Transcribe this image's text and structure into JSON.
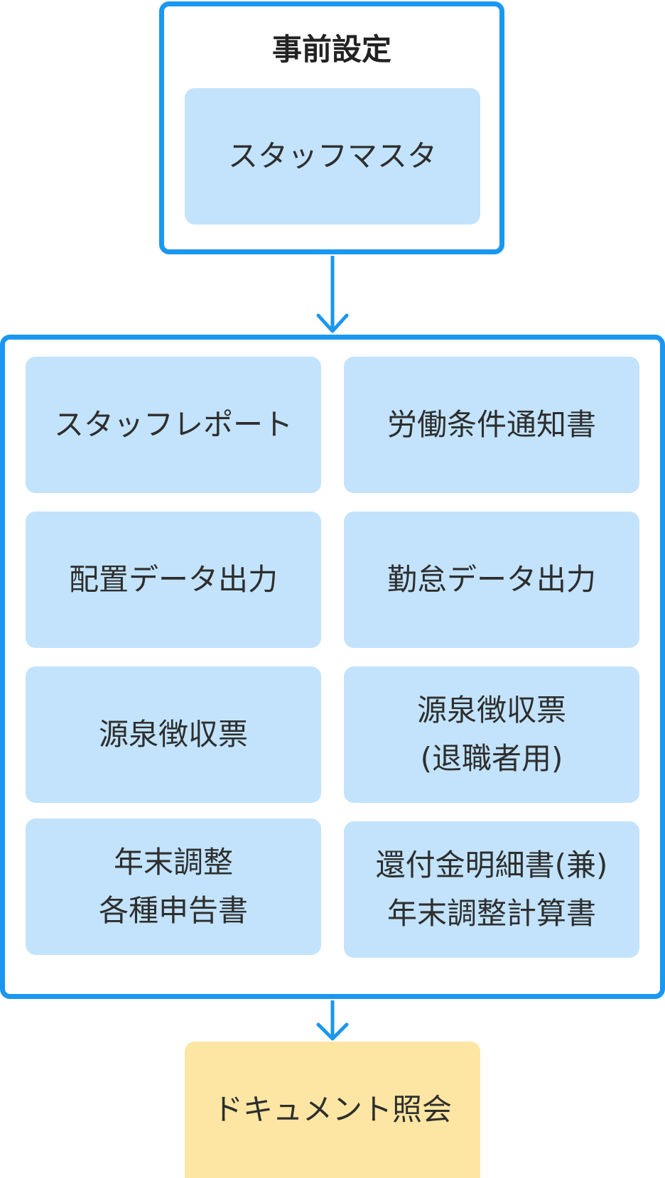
{
  "diagram": {
    "pre_settings": {
      "title": "事前設定",
      "node": "スタッフマスタ"
    },
    "documents": [
      "スタッフレポート",
      "労働条件通知書",
      "配置データ出力",
      "勤怠データ出力",
      "源泉徴収票",
      "源泉徴収票\n(退職者用)",
      "年末調整\n各種申告書",
      "還付金明細書(兼)\n年末調整計算書"
    ],
    "final_node": "ドキュメント照会"
  },
  "colors": {
    "border_accent": "#1a97f0",
    "node_fill": "#c2e3fb",
    "final_fill": "#fde6a3"
  }
}
